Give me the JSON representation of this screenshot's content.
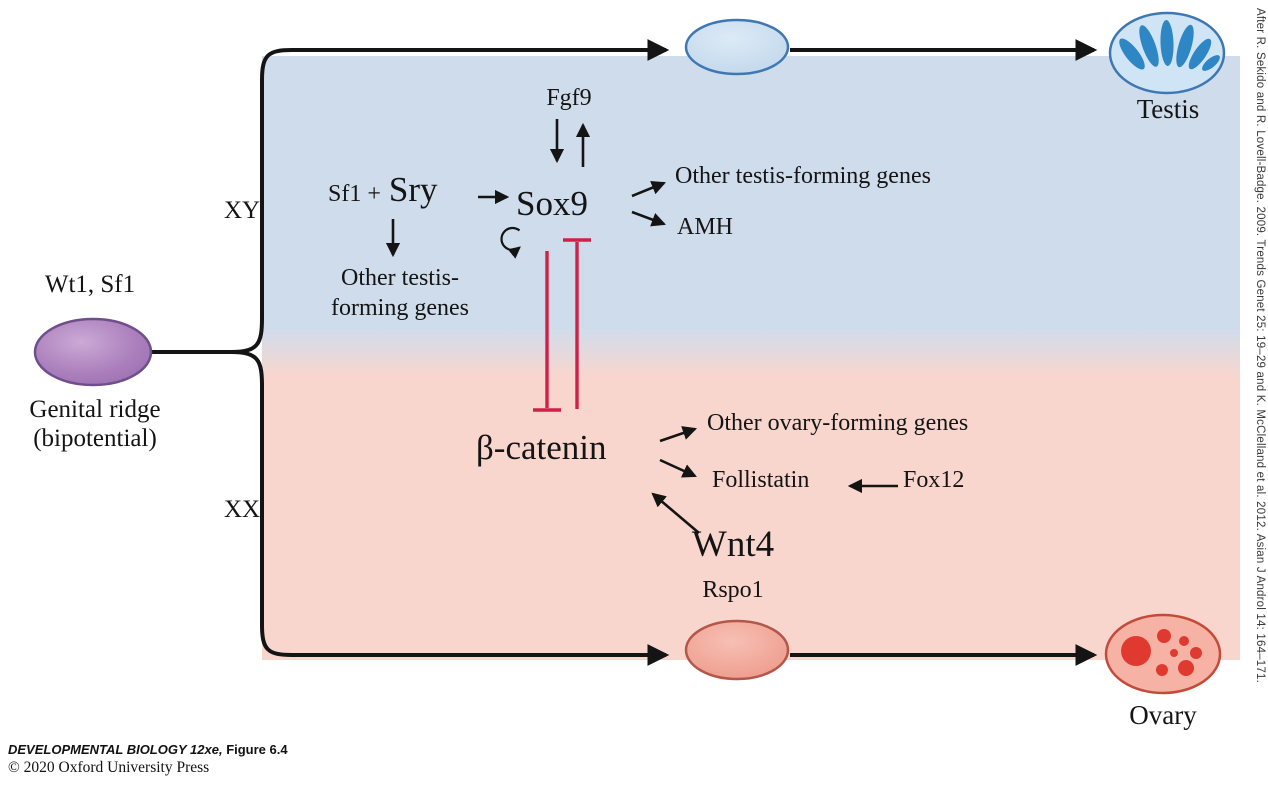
{
  "title": "Sex determination pathway diagram",
  "colors": {
    "blue_bg": "#cfdcec",
    "pink_bg": "#f8d6ce",
    "inhibition_red": "#d02048",
    "arrow_black": "#141414",
    "ridge_purple": "#ab7fbc",
    "testis_blue": "#2e86c4",
    "ovary_red": "#e03a30"
  },
  "left": {
    "factors": "Wt1, Sf1",
    "ridge_line1": "Genital ridge",
    "ridge_line2": "(bipotential)"
  },
  "branches": {
    "xy": "XY",
    "xx": "XX"
  },
  "testis": {
    "fgf9": "Fgf9",
    "sf1": "Sf1 +",
    "sry": "Sry",
    "sox9": "Sox9",
    "other_genes_right": "Other testis-forming genes",
    "amh": "AMH",
    "other_genes_line1": "Other testis-",
    "other_genes_line2": "forming genes",
    "organ_label": "Testis"
  },
  "ovary": {
    "beta_catenin": "β-catenin",
    "other_genes": "Other ovary-forming genes",
    "follistatin": "Follistatin",
    "fox12": "Fox12",
    "wnt4": "Wnt4",
    "rspo1": "Rspo1",
    "organ_label": "Ovary"
  },
  "credit": "After R. Sekido and R. Lovell-Badge. 2009. Trends Genet 25: 19–29 and K. McClelland et al. 2012. Asian J Androl 14: 164–171.",
  "footer": {
    "book": "DEVELOPMENTAL BIOLOGY 12xe,",
    "figure": "Figure 6.4",
    "copyright": "© 2020 Oxford University Press"
  }
}
